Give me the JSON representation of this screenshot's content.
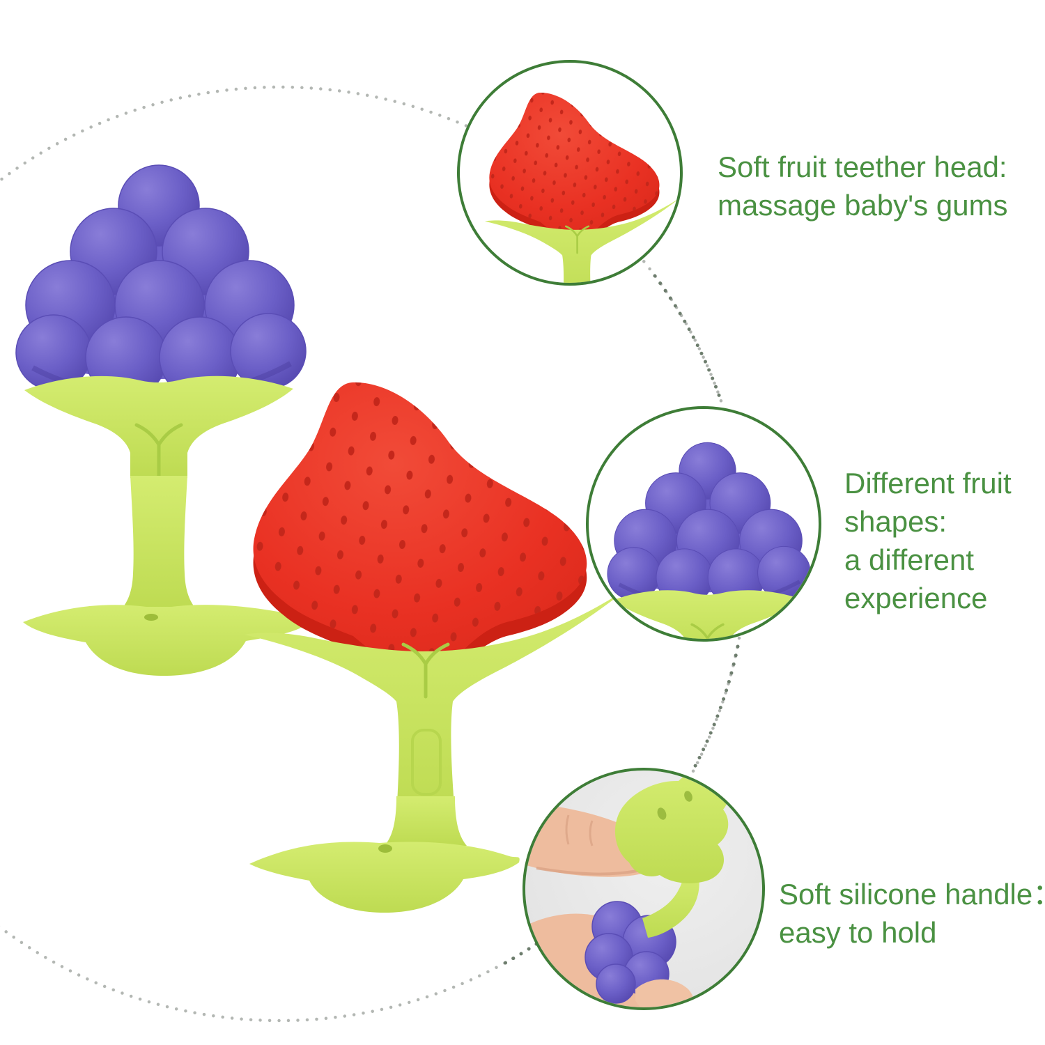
{
  "page": {
    "background": "#ffffff"
  },
  "callouts": [
    {
      "id": "teether-head",
      "lines": [
        "Soft fruit teether head:",
        "massage baby's gums"
      ]
    },
    {
      "id": "fruit-shapes",
      "lines": [
        "Different fruit",
        "shapes:",
        "a different",
        "experience"
      ]
    },
    {
      "id": "silicone-handle",
      "lines": [
        "Soft silicone handle：",
        "easy to hold"
      ]
    }
  ],
  "illustrations": {
    "main_products": [
      "grape-teether",
      "strawberry-teether"
    ],
    "callout_circles": [
      "strawberry-head-closeup",
      "grape-head-closeup",
      "hand-holding-teether"
    ]
  },
  "colors": {
    "text_green": "#4a9142",
    "circle_outline_green": "#3e7d37",
    "lime_green": "#c8e35d",
    "strawberry_red": "#e93123",
    "strawberry_seed_red": "#c4271b",
    "grape_purple": "#6b5fc7",
    "dotted_circle_gray": "#b3b7b3",
    "connector_dot_green": "#6d7d6d",
    "hand_circle_bg": "#e9e9e9",
    "skin": "#eebc9e"
  }
}
